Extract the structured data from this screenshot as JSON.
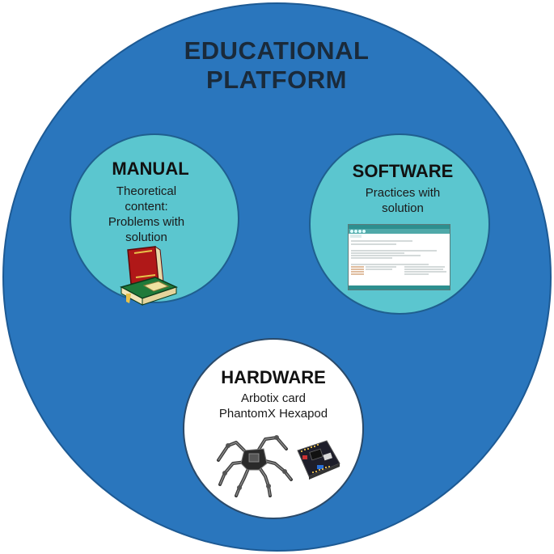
{
  "platform": {
    "title_line1": "EDUCATIONAL",
    "title_line2": "PLATFORM"
  },
  "manual": {
    "heading": "MANUAL",
    "desc_lines": [
      "Theoretical",
      "content:",
      "Problems with",
      "solution"
    ],
    "icon": "book-icon"
  },
  "software": {
    "heading": "SOFTWARE",
    "desc_lines": [
      "Practices with",
      "solution"
    ],
    "icon": "ide-screenshot"
  },
  "hardware": {
    "heading": "HARDWARE",
    "desc_lines": [
      "Arbotix card",
      "PhantomX Hexapod"
    ],
    "icons": [
      "hexapod-robot-image",
      "arbotix-board-image"
    ]
  },
  "colors": {
    "outer_circle": "#2a76bd",
    "inner_circle": "#5bc6cf",
    "hardware_circle": "#ffffff",
    "title_text": "#1a2a3a"
  }
}
